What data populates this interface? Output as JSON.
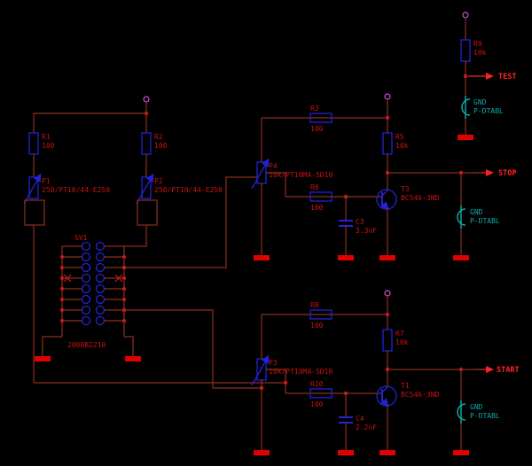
{
  "schematic": {
    "signals": {
      "test": "TEST",
      "stop": "STOP",
      "start": "START"
    },
    "components": {
      "r1": {
        "name": "R1",
        "value": "100"
      },
      "r2": {
        "name": "R2",
        "value": "100"
      },
      "p1": {
        "name": "P1",
        "value": "250/PT10/44-E250"
      },
      "p2": {
        "name": "P2",
        "value": "250/PT10/44-E250"
      },
      "sv1": {
        "name": "SV1",
        "value": "2000B2210"
      },
      "r3": {
        "name": "R3",
        "value": "100"
      },
      "r5": {
        "name": "R5",
        "value": "10k"
      },
      "r6": {
        "name": "R6",
        "value": "100"
      },
      "p4": {
        "name": "P4",
        "value": "10k/PT10MA-SD10"
      },
      "c3": {
        "name": "C3",
        "value": "3.3nF"
      },
      "t3": {
        "name": "T3",
        "value": "BC546-3ND"
      },
      "r8": {
        "name": "R8",
        "value": "100"
      },
      "r7": {
        "name": "R7",
        "value": "10k"
      },
      "r10": {
        "name": "R10",
        "value": "100"
      },
      "p3": {
        "name": "P3",
        "value": "10k/PT10MA-SD10"
      },
      "c4": {
        "name": "C4",
        "value": "2.2nF"
      },
      "t1": {
        "name": "T1",
        "value": "BC546-3ND"
      },
      "r9": {
        "name": "R9",
        "value": "10k"
      },
      "gnd_test": {
        "name": "GND",
        "value": "P-DTABL"
      },
      "gnd_stop": {
        "name": "GND",
        "value": "P-DTABL"
      },
      "gnd_start": {
        "name": "GND",
        "value": "P-DTABL"
      }
    },
    "colors": {
      "background": "#000000",
      "wire": "#8b3020",
      "symbol": "#2323d6",
      "label": "#cc1111",
      "signal": "#ff2222",
      "ground": "#e00000",
      "tab": "#0fa8a8",
      "pin": "#cf4fcf"
    }
  }
}
